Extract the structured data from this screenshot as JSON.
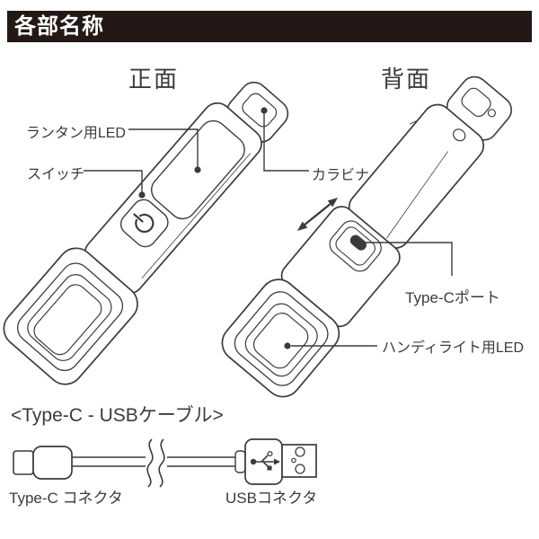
{
  "banner": {
    "title": "各部名称",
    "bg": "#231815",
    "fg": "#ffffff"
  },
  "views": {
    "front": "正面",
    "back": "背面"
  },
  "part_labels": {
    "lantern_led": "ランタン用LED",
    "switch": "スイッチ",
    "carabiner": "カラビナ",
    "type_c_port": "Type-Cポート",
    "handy_light_led": "ハンディライト用LED"
  },
  "cable_section": {
    "heading": "<Type-C - USBケーブル>",
    "type_c_connector": "Type-C コネクタ",
    "usb_connector": "USBコネクタ"
  },
  "colors": {
    "ink": "#3e3a39",
    "background": "#ffffff",
    "port_fill": "#3e3a39"
  }
}
